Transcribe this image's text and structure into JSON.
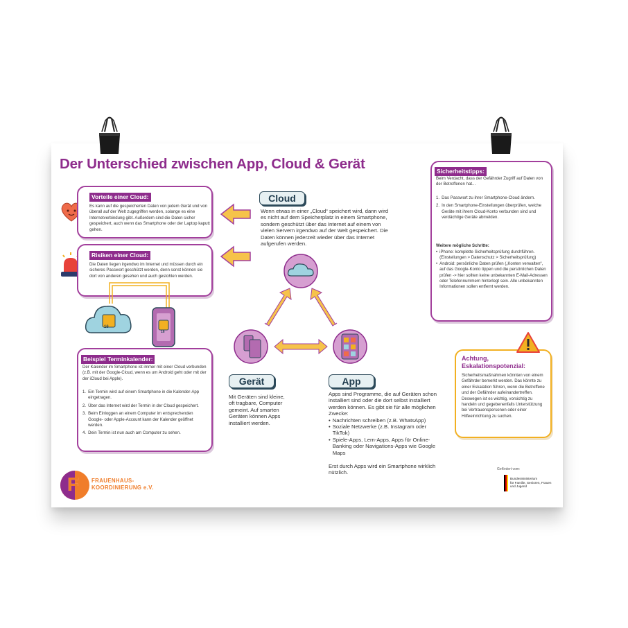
{
  "title": "Der Unterschied zwischen App, Cloud & Gerät",
  "cloud_pros": {
    "heading": "Vorteile einer Cloud:",
    "text": "Es kann auf die gespeicherten Daten von jedem Gerät und von überall auf der Welt zugegriffen werden, solange es eine Internetverbindung gibt. Außerdem sind die Daten sicher gespeichert, auch wenn das Smartphone oder der Laptop kaputt gehen."
  },
  "cloud_risks": {
    "heading": "Risiken einer Cloud:",
    "text": "Die Daten liegen irgendwo im Internet und müssen durch ein sicheres Passwort geschützt werden, denn sonst können sie dort von anderen gesehen und auch gestohlen werden."
  },
  "calendar": {
    "icon_day": "16",
    "heading": "Beispiel Terminkalender:",
    "intro": "Der Kalender im Smartphone ist immer mit einer Cloud verbunden (z.B. mit der Google-Cloud, wenn es um Android geht oder mit der der iCloud bei Apple).",
    "steps": [
      {
        "n": "1.",
        "text": "Ein Termin wird auf einem Smartphone in die Kalender-App eingetragen."
      },
      {
        "n": "2.",
        "text": "Über das Internet wird der Termin in der Cloud gespeichert."
      },
      {
        "n": "3.",
        "text": "Beim Einloggen an einem Computer im entsprechenden Google- oder Apple-Account kann der Kalender geöffnet werden."
      },
      {
        "n": "4.",
        "text": "Dein Termin ist nun auch am Computer zu sehen."
      }
    ]
  },
  "cloud": {
    "label": "Cloud",
    "text": "Wenn etwas in einer „Cloud“ speichert wird, dann wird es nicht auf dem Speicherplatz in einem Smartphone, sondern geschützt über das Internet auf einem von vielen Servern irgendwo auf der Welt gespeichert. Die Daten können jederzeit wieder über das Internet aufgerufen werden."
  },
  "device": {
    "label": "Gerät",
    "text": "Mit Geräten sind kleine, oft tragbare, Computer gemeint. Auf smarten Geräten können Apps installiert werden."
  },
  "app": {
    "label": "App",
    "intro": "Apps sind Programme, die auf Geräten schon installiert sind oder die dort selbst installiert werden können. Es gibt sie für alle möglichen Zwecke:",
    "bullets": [
      "Nachrichten schreiben (z.B. WhatsApp)",
      "Soziale Netzwerke (z.B. Instagram oder TikTok)",
      "Spiele-Apps, Lern-Apps, Apps für Online-Banking oder Navigations-Apps wie Google Maps"
    ],
    "outro": "Erst durch Apps wird ein Smartphone wirklich nützlich."
  },
  "tips": {
    "heading": "Sicherheitstipps:",
    "intro": "Beim Verdacht, dass der Gefährder Zugriff auf Daten von der Betroffenen hat...",
    "steps": [
      {
        "n": "1.",
        "text": "Das Passwort zu ihrer Smartphone-Cloud ändern."
      },
      {
        "n": "2.",
        "text": "In den Smartphone-Einstellungen überprüfen, welche Geräte mit ihrem Cloud-Konto verbunden sind und verdächtige Geräte abmelden."
      }
    ],
    "more_heading": "Weitere mögliche Schritte:",
    "more": [
      "iPhone: komplette Sicherheitsprüfung durchführen. (Einstellungen > Datenschutz > Sicherheitsprüfung)",
      "Android: persönliche Daten prüfen („Konten verwalten“, auf das Google-Konto tippen und die persönlichen Daten prüfen -> hier sollten keine unbekannten E-Mail-Adressen oder Telefonnummern hinterlegt sein. Alle unbekannten Informationen sollen entfernt werden."
    ]
  },
  "warning": {
    "heading_line1": "Achtung,",
    "heading_line2": "Eskalationspotenzial:",
    "text": "Sicherheitsmaßnahmen könnten von einem Gefährder bemerkt werden. Das könnte zu einer Eskalation führen, wenn die Betroffene und der Gefährder aufeinandertreffen. Deswegen ist es wichtig, vorsichtig zu handeln und gegebenenfalls Unterstützung bei Vertrauenspersonen oder einer Hilfeeinrichtung zu suchen."
  },
  "logo": {
    "letter": "F",
    "line1": "FRAUENHAUS-",
    "line2": "KOORDINIERUNG e.V."
  },
  "funder": {
    "label": "Gefördert vom:",
    "line1": "Bundesministerium",
    "line2": "für Familie, Senioren, Frauen",
    "line3": "und Jugend"
  },
  "colors": {
    "purple": "#8e2c8c",
    "orange": "#f2b021",
    "logo_orange": "#f07d2a",
    "circle_fill": "#d69fd1",
    "arrow": "#f6c34a"
  }
}
